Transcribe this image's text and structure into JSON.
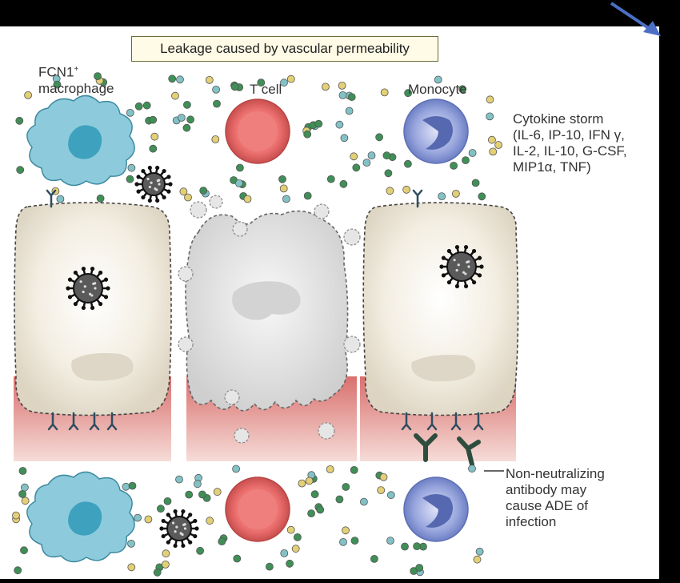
{
  "title": "Leakage caused by vascular permeability",
  "labels": {
    "fcn1_line1": "FCN1",
    "fcn1_sup": "+",
    "fcn1_line2": "macrophage",
    "tcell": "T cell",
    "monocyte": "Monocyte",
    "cytokine_lines": [
      "Cytokine storm",
      "(IL-6, IP-10, IFN γ,",
      "IL-2, IL-10, G-CSF,",
      "MIP1α, TNF)"
    ],
    "ade_lines": [
      "Non-neutralizing",
      "antibody may",
      "cause ADE of",
      "infection"
    ]
  },
  "colors": {
    "macrophage": "#7cc4d8",
    "tcell": "#e56b6b",
    "monocyte": "#7d8fd0",
    "endothelial": "#efe8d8",
    "tissue": "#e7a0a0",
    "dot_green": "#3f8f57",
    "dot_yellow": "#e2cf76",
    "dot_teal": "#82c2c7",
    "antibody": "#2e4d5f",
    "ade_antibody": "#2f4d3f",
    "arrow": "#4a6fc4"
  }
}
